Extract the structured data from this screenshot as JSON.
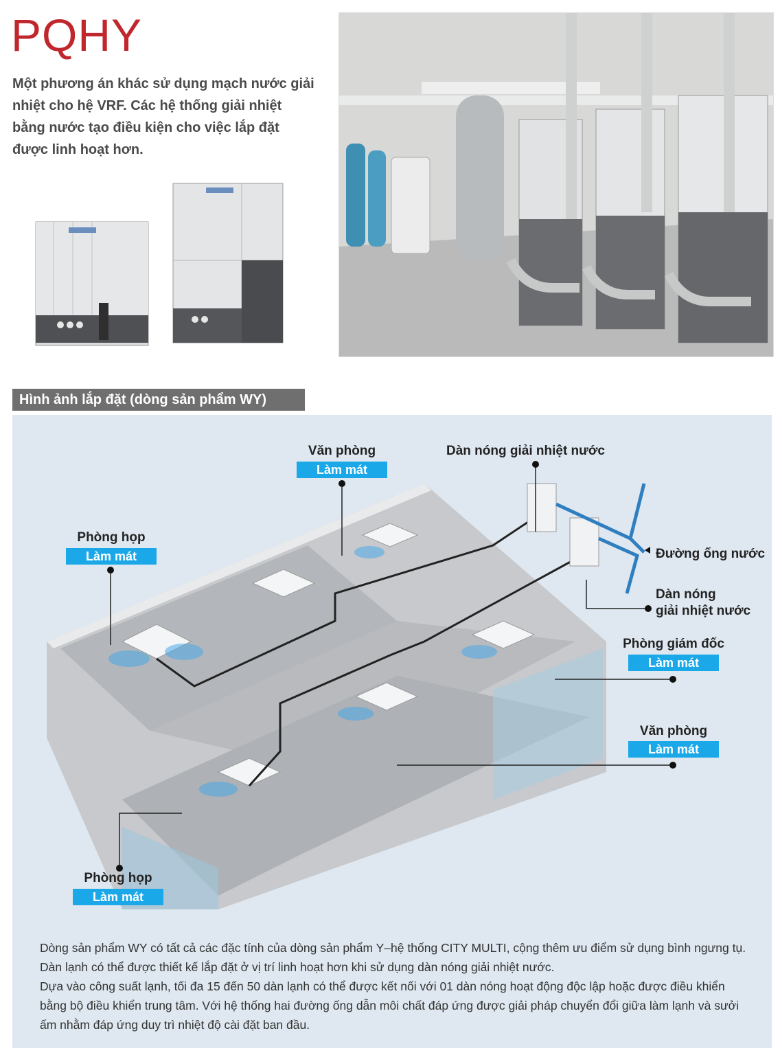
{
  "header": {
    "title": "PQHY",
    "intro": "Một phương án khác sử dụng mạch nước giải nhiệt cho hệ VRF. Các hệ thống giải nhiệt bằng nước tạo điều kiện cho việc lắp đặt được linh hoạt hơn."
  },
  "section": {
    "heading": "Hình ảnh lắp đặt (dòng sản phẩm WY)"
  },
  "diagram": {
    "labels": {
      "van_phong_top": "Văn phòng",
      "dan_nong_top": "Dàn nóng giải nhiệt nước",
      "phong_hop_left": "Phòng họp",
      "duong_ong_nuoc": "Đường ống nước",
      "dan_nong_right_1": "Dàn nóng",
      "dan_nong_right_2": "giải nhiệt nước",
      "phong_giam_doc": "Phòng giám đốc",
      "van_phong_right": "Văn phòng",
      "phong_hop_bottom": "Phòng họp"
    },
    "badge_text": "Làm mát",
    "badge_color": "#1ba8e8"
  },
  "body": {
    "paragraph1": "Dòng sản phẩm WY có tất cả các đặc tính của dòng sản phẩm Y–hệ thống CITY MULTI, cộng thêm ưu điểm sử dụng bình ngưng tụ. Dàn lạnh có thể được thiết kế lắp đặt ở vị trí linh hoạt hơn khi sử dụng dàn nóng giải nhiệt nước.",
    "paragraph2": "Dựa vào công suất lạnh, tối đa 15 đến 50 dàn lạnh có thể được kết nối với 01 dàn nóng hoạt động độc lập hoặc được điều khiển bằng bộ điều khiển trung tâm. Với hệ thống hai đường ống dẫn môi chất đáp ứng được giải pháp chuyển đổi giữa làm lạnh và sưởi ấm nhằm đáp ứng duy trì nhiệt độ cài đặt ban đầu."
  }
}
